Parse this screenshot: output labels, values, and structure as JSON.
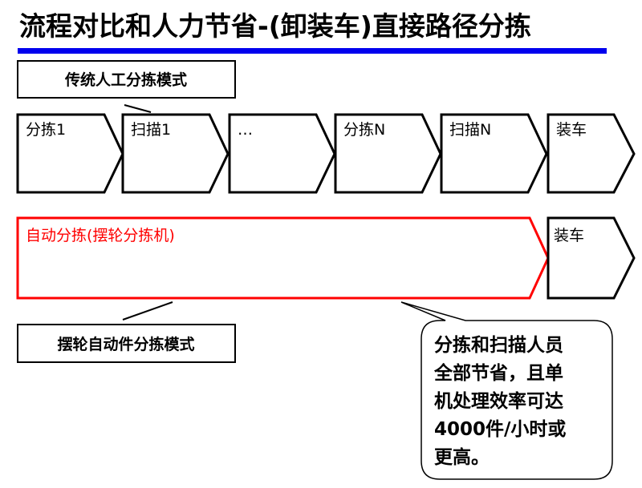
{
  "title": "流程对比和人力节省-(卸装车)直接路径分拣",
  "traditional": {
    "label": "传统人工分拣模式",
    "steps": [
      "分拣1",
      "扫描1",
      "…",
      "分拣N",
      "扫描N",
      "装车"
    ]
  },
  "automatic": {
    "label": "摆轮自动件分拣模式",
    "main_step": "自动分拣(摆轮分拣机)",
    "final_step": "装车"
  },
  "callout": {
    "lines": [
      "分拣和扫描人员",
      "全部节省，且单",
      "机处理效率可达",
      "4000件/小时或",
      "更高。"
    ]
  },
  "colors": {
    "accent_bar": "#0000ee",
    "auto_red": "#ff0000"
  }
}
